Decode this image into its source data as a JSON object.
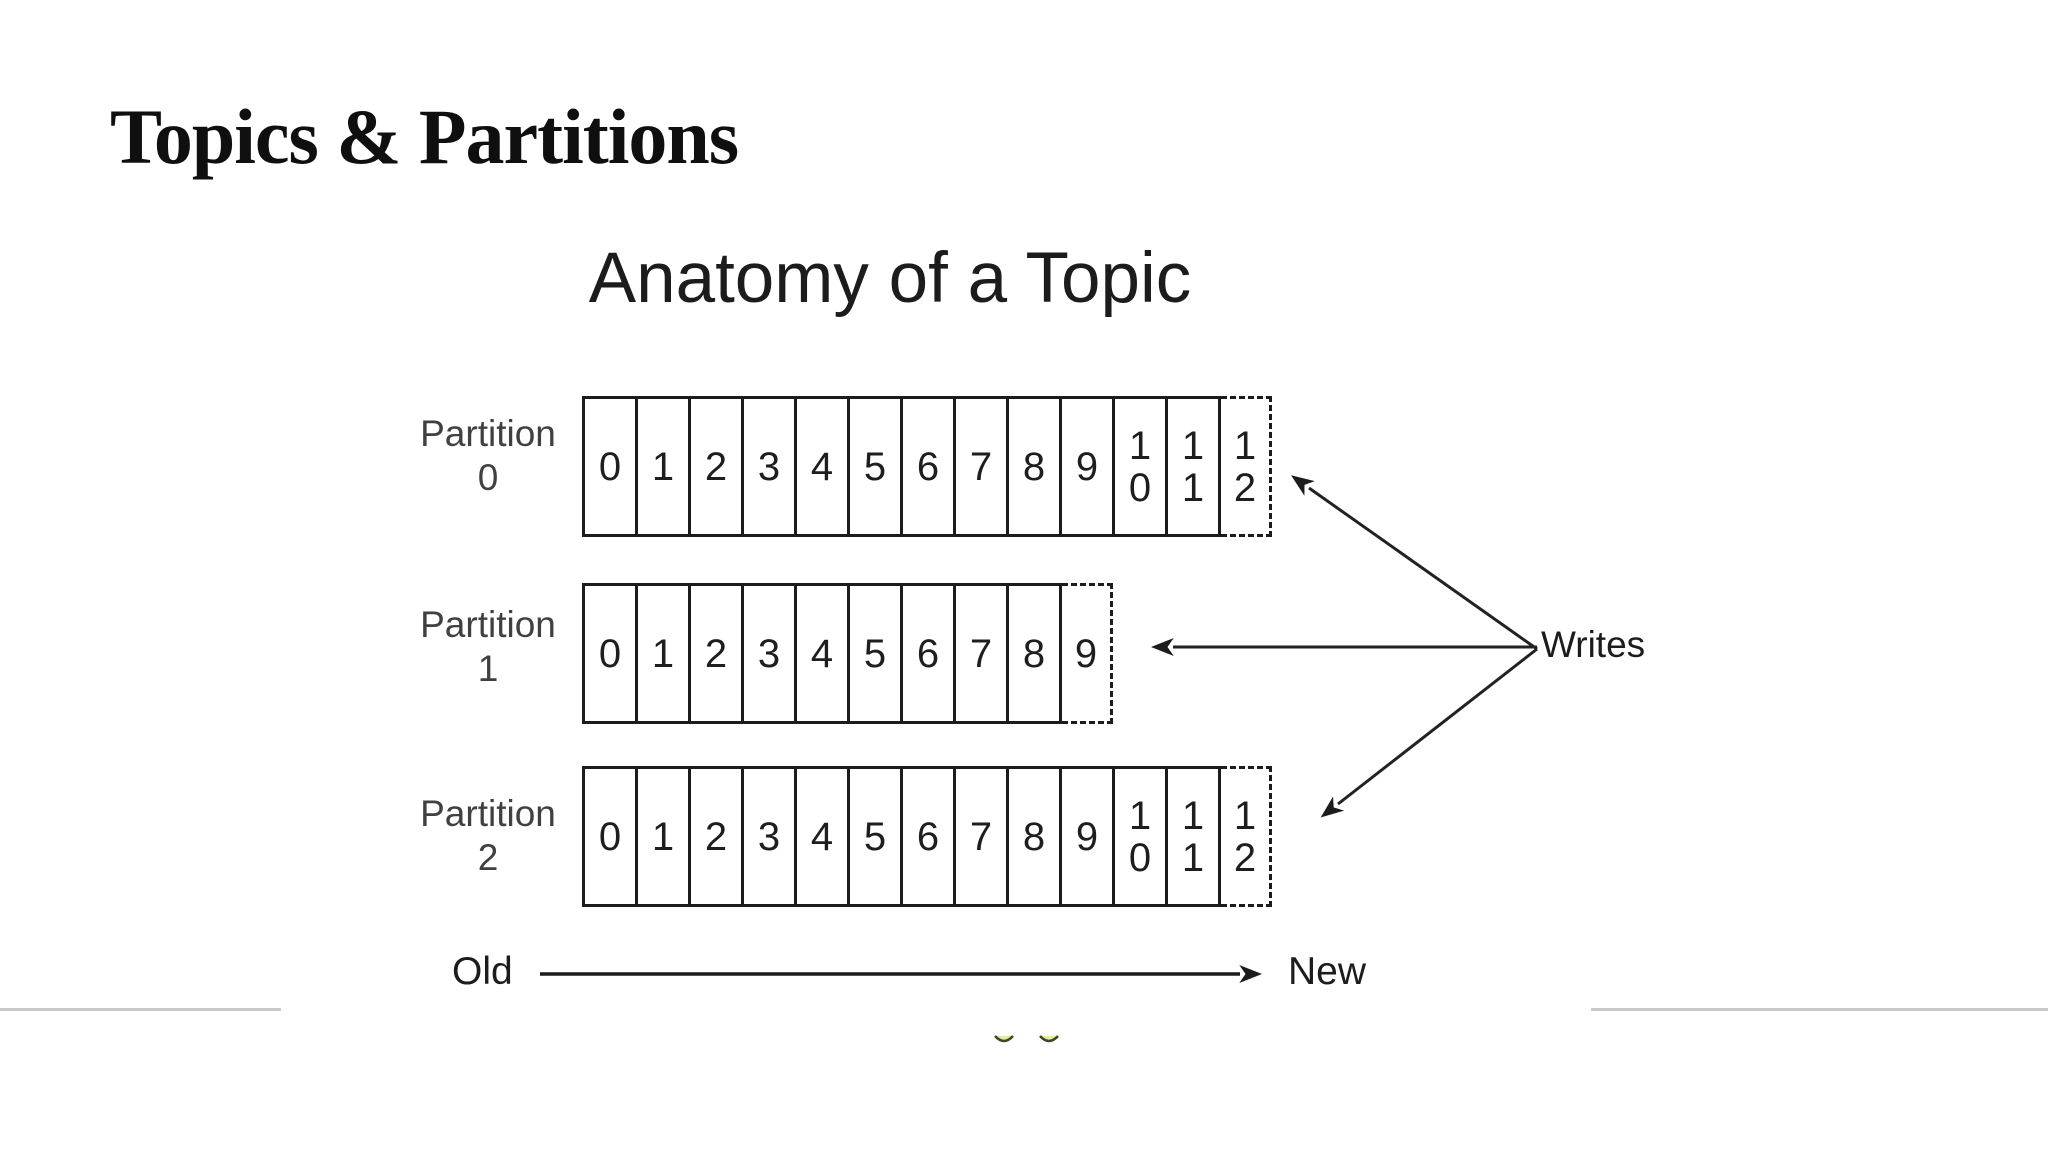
{
  "slide": {
    "title": "Topics & Partitions"
  },
  "figure": {
    "title": "Anatomy of a Topic",
    "writes_label": "Writes",
    "old_label": "Old",
    "new_label": "New",
    "partitions": [
      {
        "name": "Partition",
        "number": "0",
        "cells": [
          "0",
          "1",
          "2",
          "3",
          "4",
          "5",
          "6",
          "7",
          "8",
          "9",
          "10",
          "11"
        ],
        "next_cell": "12"
      },
      {
        "name": "Partition",
        "number": "1",
        "cells": [
          "0",
          "1",
          "2",
          "3",
          "4",
          "5",
          "6",
          "7",
          "8"
        ],
        "next_cell": "9"
      },
      {
        "name": "Partition",
        "number": "2",
        "cells": [
          "0",
          "1",
          "2",
          "3",
          "4",
          "5",
          "6",
          "7",
          "8",
          "9",
          "10",
          "11"
        ],
        "next_cell": "12"
      }
    ]
  },
  "colors": {
    "ink": "#1c1c1c",
    "label_gray": "#404040",
    "divider_gray": "#c9c9c9",
    "arc_fill": "#e3eda0",
    "arc_stroke": "#43432a"
  }
}
